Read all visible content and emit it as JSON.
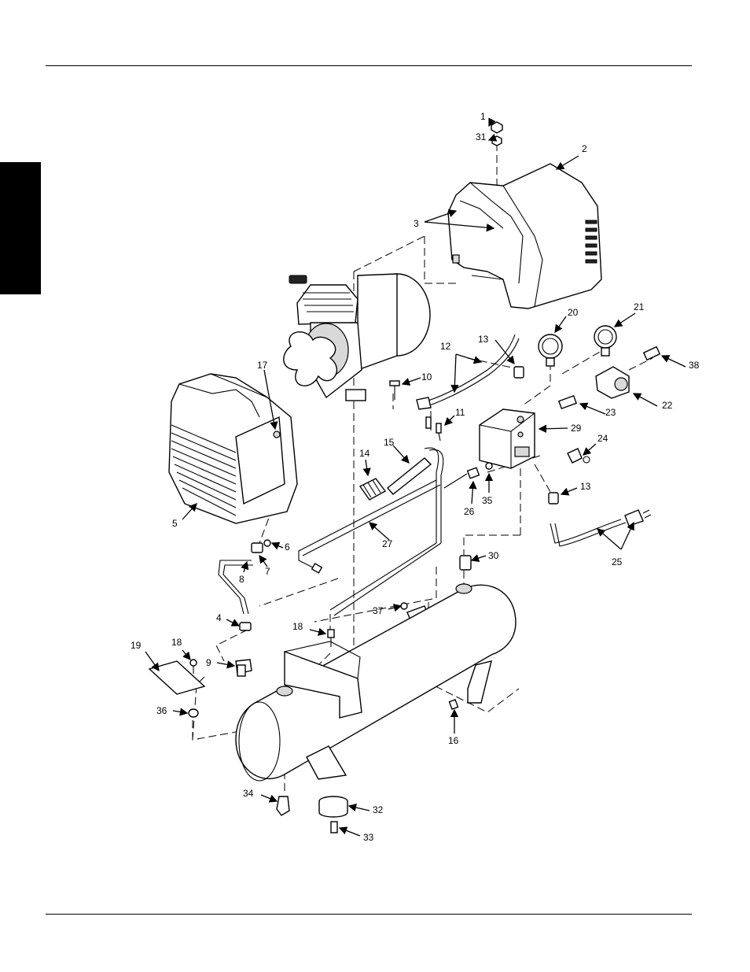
{
  "figure": {
    "callouts": [
      {
        "id": "c1",
        "label": "1"
      },
      {
        "id": "c31",
        "label": "31"
      },
      {
        "id": "c2",
        "label": "2"
      },
      {
        "id": "c3",
        "label": "3"
      },
      {
        "id": "c20",
        "label": "20"
      },
      {
        "id": "c21",
        "label": "21"
      },
      {
        "id": "c38",
        "label": "38"
      },
      {
        "id": "c12",
        "label": "12"
      },
      {
        "id": "c13a",
        "label": "13"
      },
      {
        "id": "c10",
        "label": "10"
      },
      {
        "id": "c17",
        "label": "17"
      },
      {
        "id": "c11",
        "label": "11"
      },
      {
        "id": "c23",
        "label": "23"
      },
      {
        "id": "c22",
        "label": "22"
      },
      {
        "id": "c29",
        "label": "29"
      },
      {
        "id": "c24",
        "label": "24"
      },
      {
        "id": "c14",
        "label": "14"
      },
      {
        "id": "c15",
        "label": "15"
      },
      {
        "id": "c35",
        "label": "35"
      },
      {
        "id": "c26",
        "label": "26"
      },
      {
        "id": "c13b",
        "label": "13"
      },
      {
        "id": "c5",
        "label": "5"
      },
      {
        "id": "c6",
        "label": "6"
      },
      {
        "id": "c7",
        "label": "7"
      },
      {
        "id": "c8",
        "label": "8"
      },
      {
        "id": "c27",
        "label": "27"
      },
      {
        "id": "c30",
        "label": "30"
      },
      {
        "id": "c25",
        "label": "25"
      },
      {
        "id": "c4",
        "label": "4"
      },
      {
        "id": "c37",
        "label": "37"
      },
      {
        "id": "c18a",
        "label": "18"
      },
      {
        "id": "c19",
        "label": "19"
      },
      {
        "id": "c18b",
        "label": "18"
      },
      {
        "id": "c9",
        "label": "9"
      },
      {
        "id": "c36",
        "label": "36"
      },
      {
        "id": "c16",
        "label": "16"
      },
      {
        "id": "c34",
        "label": "34"
      },
      {
        "id": "c32",
        "label": "32"
      },
      {
        "id": "c33",
        "label": "33"
      }
    ]
  }
}
